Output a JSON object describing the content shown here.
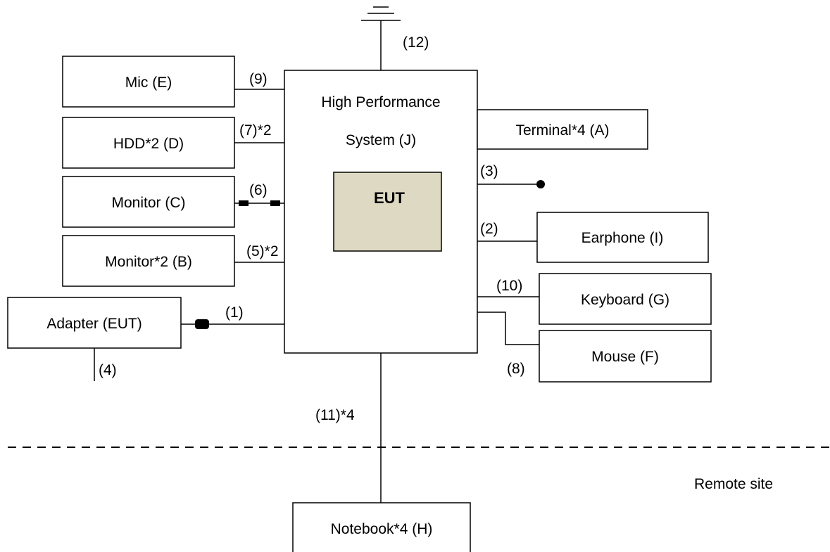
{
  "boxes": {
    "mic": "Mic (E)",
    "hdd": "HDD*2 (D)",
    "monitor_c": "Monitor (C)",
    "monitor_b": "Monitor*2 (B)",
    "adapter": "Adapter (EUT)",
    "system_line1": "High Performance",
    "system_line2": "System (J)",
    "eut": "EUT",
    "terminal": "Terminal*4 (A)",
    "earphone": "Earphone (I)",
    "keyboard": "Keyboard (G)",
    "mouse": "Mouse (F)",
    "notebook": "Notebook*4 (H)"
  },
  "cables": {
    "c1": "(1)",
    "c2": "(2)",
    "c3": "(3)",
    "c4": "(4)",
    "c5": "(5)*2",
    "c6": "(6)",
    "c7": "(7)*2",
    "c8": "(8)",
    "c9": "(9)",
    "c10": "(10)",
    "c11": "(11)*4",
    "c12": "(12)"
  },
  "remote_site": "Remote site",
  "colors": {
    "eut_fill": "#ddd9c3",
    "line": "#000000"
  }
}
